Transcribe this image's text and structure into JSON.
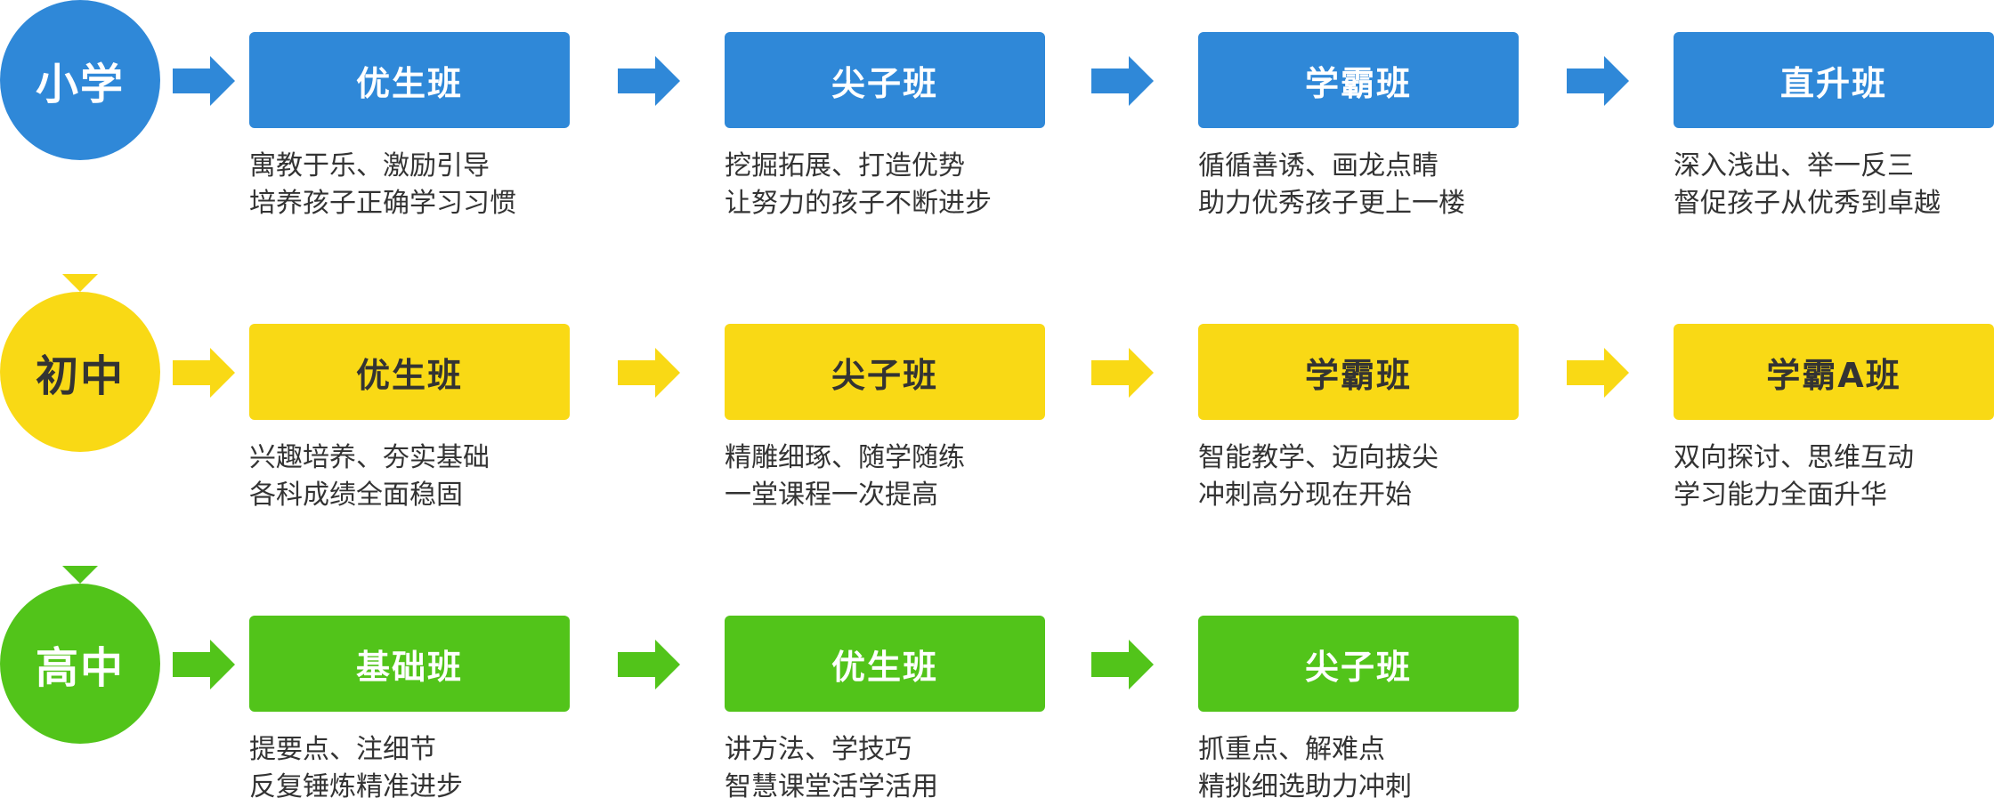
{
  "colors": {
    "blue": "#2f88d8",
    "yellow": "#f9d915",
    "green": "#52c41a",
    "text": "#333333"
  },
  "rows": [
    {
      "level": "小学",
      "color": "#2f88d8",
      "text_color": "#ffffff",
      "classes": [
        {
          "name": "优生班",
          "line1": "寓教于乐、激励引导",
          "line2": "培养孩子正确学习习惯"
        },
        {
          "name": "尖子班",
          "line1": "挖掘拓展、打造优势",
          "line2": "让努力的孩子不断进步"
        },
        {
          "name": "学霸班",
          "line1": "循循善诱、画龙点睛",
          "line2": "助力优秀孩子更上一楼"
        },
        {
          "name": "直升班",
          "line1": "深入浅出、举一反三",
          "line2": "督促孩子从优秀到卓越"
        }
      ]
    },
    {
      "level": "初中",
      "color": "#f9d915",
      "text_color": "#333333",
      "classes": [
        {
          "name": "优生班",
          "line1": "兴趣培养、夯实基础",
          "line2": "各科成绩全面稳固"
        },
        {
          "name": "尖子班",
          "line1": "精雕细琢、随学随练",
          "line2": "一堂课程一次提高"
        },
        {
          "name": "学霸班",
          "line1": "智能教学、迈向拔尖",
          "line2": "冲刺高分现在开始"
        },
        {
          "name": "学霸A班",
          "line1": "双向探讨、思维互动",
          "line2": "学习能力全面升华"
        }
      ]
    },
    {
      "level": "高中",
      "color": "#52c41a",
      "text_color": "#ffffff",
      "classes": [
        {
          "name": "基础班",
          "line1": "提要点、注细节",
          "line2": "反复锤炼精准进步"
        },
        {
          "name": "优生班",
          "line1": "讲方法、学技巧",
          "line2": "智慧课堂活学活用"
        },
        {
          "name": "尖子班",
          "line1": "抓重点、解难点",
          "line2": "精挑细选助力冲刺"
        }
      ]
    }
  ]
}
